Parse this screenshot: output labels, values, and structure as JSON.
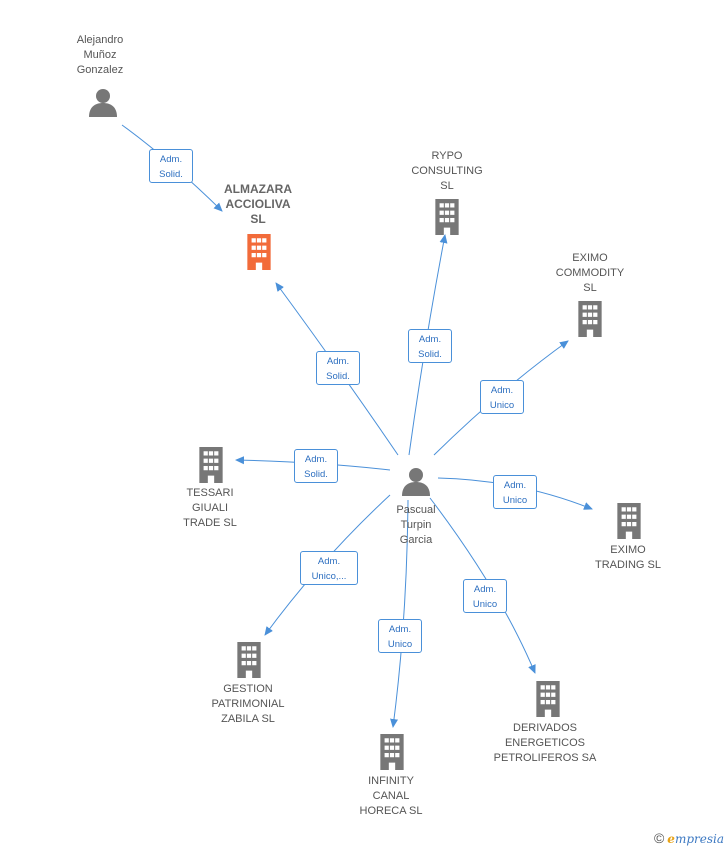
{
  "nodes": {
    "alejandro": {
      "label": "Alejandro\nMuñoz\nGonzalez",
      "type": "person"
    },
    "almazara": {
      "label": "ALMAZARA\nACCIOLIVA\nSL",
      "type": "company",
      "highlight": true
    },
    "rypo": {
      "label": "RYPO\nCONSULTING\nSL",
      "type": "company"
    },
    "eximo_commodity": {
      "label": "EXIMO\nCOMMODITY\nSL",
      "type": "company"
    },
    "pascual": {
      "label": "Pascual\nTurpin\nGarcia",
      "type": "person"
    },
    "tessari": {
      "label": "TESSARI\nGIUALI\nTRADE  SL",
      "type": "company"
    },
    "eximo_trading": {
      "label": "EXIMO\nTRADING  SL",
      "type": "company"
    },
    "gestion": {
      "label": "GESTION\nPATRIMONIAL\nZABILA SL",
      "type": "company"
    },
    "infinity": {
      "label": "INFINITY\nCANAL\nHORECA  SL",
      "type": "company"
    },
    "derivados": {
      "label": "DERIVADOS\nENERGETICOS\nPETROLIFEROS SA",
      "type": "company"
    }
  },
  "edges": [
    {
      "from": "alejandro",
      "to": "almazara",
      "label": "Adm.\nSolid."
    },
    {
      "from": "pascual",
      "to": "almazara",
      "label": "Adm.\nSolid."
    },
    {
      "from": "pascual",
      "to": "rypo",
      "label": "Adm.\nSolid."
    },
    {
      "from": "pascual",
      "to": "eximo_commodity",
      "label": "Adm.\nUnico"
    },
    {
      "from": "pascual",
      "to": "tessari",
      "label": "Adm.\nSolid."
    },
    {
      "from": "pascual",
      "to": "eximo_trading",
      "label": "Adm.\nUnico"
    },
    {
      "from": "pascual",
      "to": "gestion",
      "label": "Adm.\nUnico,..."
    },
    {
      "from": "pascual",
      "to": "infinity",
      "label": "Adm.\nUnico"
    },
    {
      "from": "pascual",
      "to": "derivados",
      "label": "Adm.\nUnico"
    }
  ],
  "colors": {
    "edge": "#4a90d9",
    "icon": "#777777",
    "highlight": "#f26b3a"
  },
  "footer": {
    "copyright": "©",
    "brand_initial": "e",
    "brand_rest": "mpresia"
  }
}
